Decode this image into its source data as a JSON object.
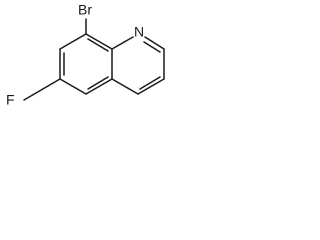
{
  "molecule": {
    "atoms": {
      "bromine": "Br",
      "nitrogen": "N",
      "fluorine": "F"
    }
  },
  "colors": {
    "ink": "#1a1a1a",
    "background": "#ffffff"
  }
}
